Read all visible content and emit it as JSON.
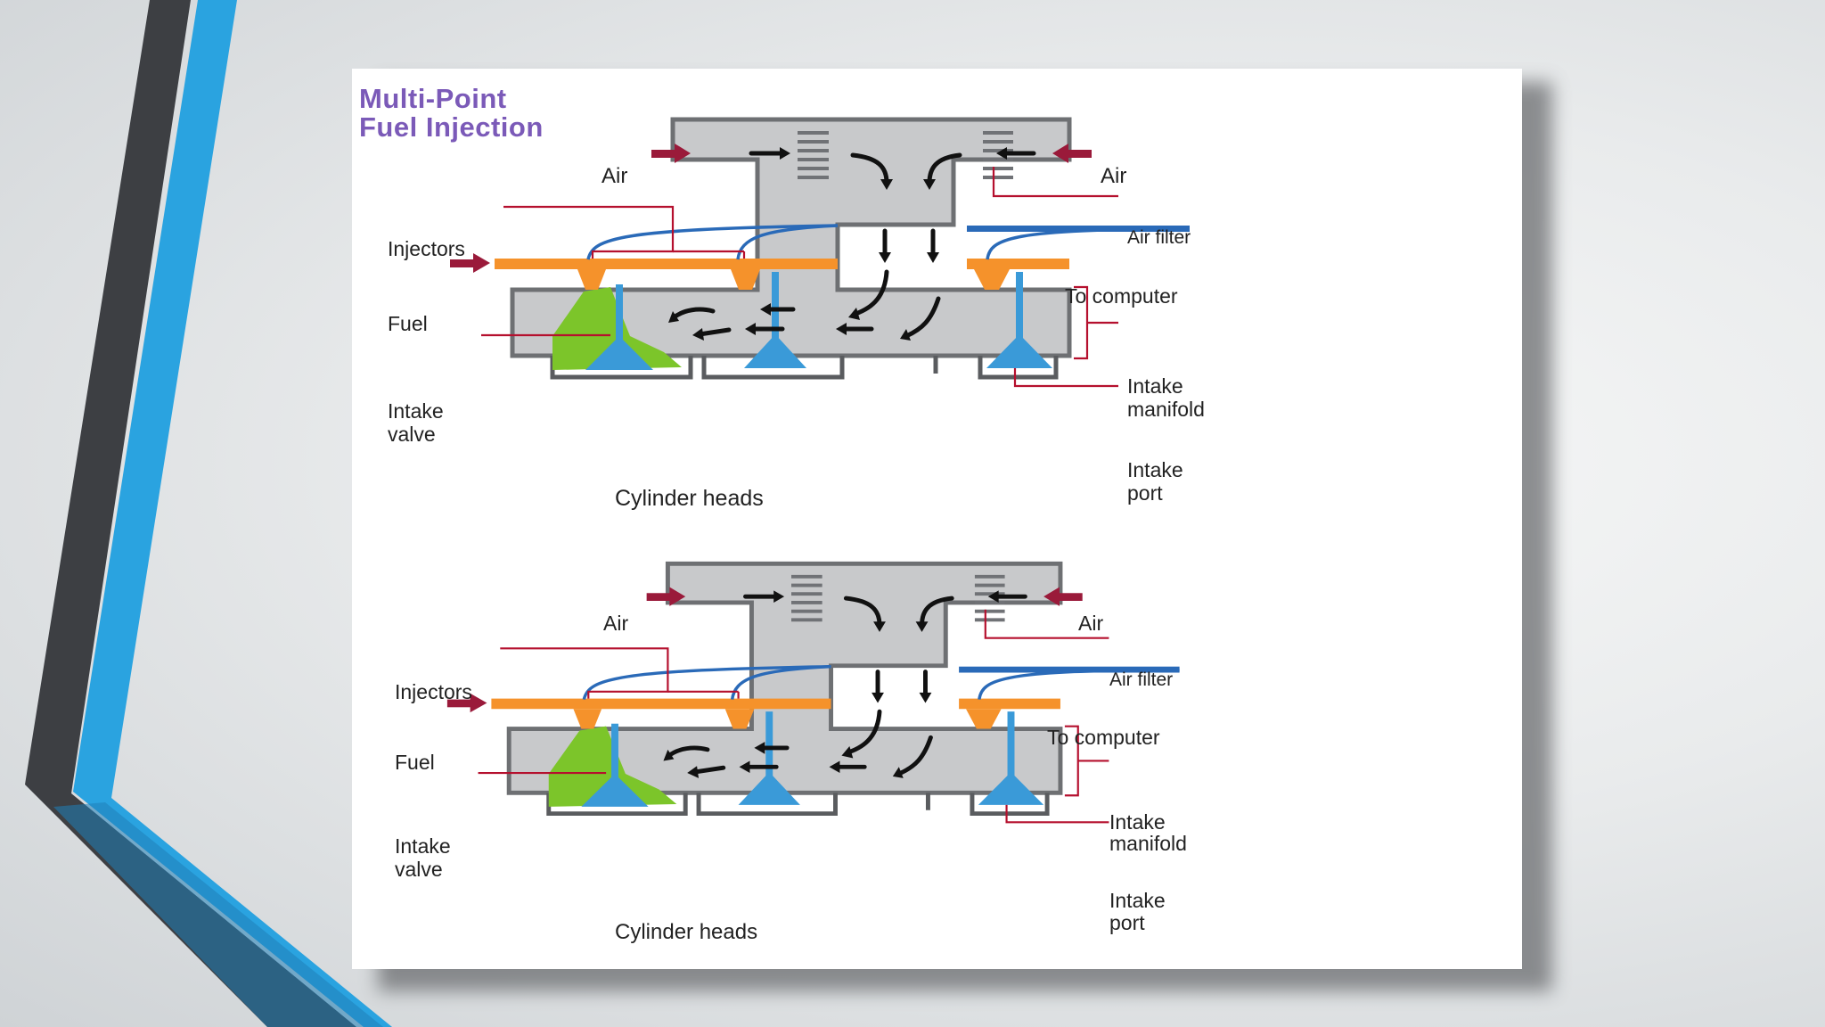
{
  "slide": {
    "colors": {
      "background": "#e9ebec",
      "accent_blue": "#29a3e0",
      "accent_dark": "#3a3c40"
    }
  },
  "diagram": {
    "title_line1": "Multi-Point",
    "title_line2": "Fuel Injection",
    "colors": {
      "manifold": "#c8c9cb",
      "fuel_rail": "#f5922b",
      "injector_wire": "#2a6ab8",
      "valve": "#3a9ad8",
      "fuel_mixture": "#7cc52a",
      "label_arrow": "#9a1a3a",
      "leader_line": "#b5102e"
    },
    "top": {
      "air_left": "Air",
      "air_right": "Air",
      "injectors": "Injectors",
      "fuel": "Fuel",
      "intake_valve_line1": "Intake",
      "intake_valve_line2": "valve",
      "air_filter": "Air filter",
      "to_computer": "To computer",
      "intake_manifold_line1": "Intake",
      "intake_manifold_line2": "manifold",
      "intake_port_line1": "Intake",
      "intake_port_line2": "port",
      "cylinder_heads": "Cylinder heads"
    },
    "bottom": {
      "air_left": "Air",
      "air_right": "Air",
      "injectors": "Injectors",
      "fuel": "Fuel",
      "intake_valve_line1": "Intake",
      "intake_valve_line2": "valve",
      "air_filter": "Air filter",
      "to_computer": "To computer",
      "intake_manifold_line1": "Intake",
      "intake_manifold_line2": "manifold",
      "intake_port_line1": "Intake",
      "intake_port_line2": "port",
      "cylinder_heads": "Cylinder heads"
    }
  }
}
